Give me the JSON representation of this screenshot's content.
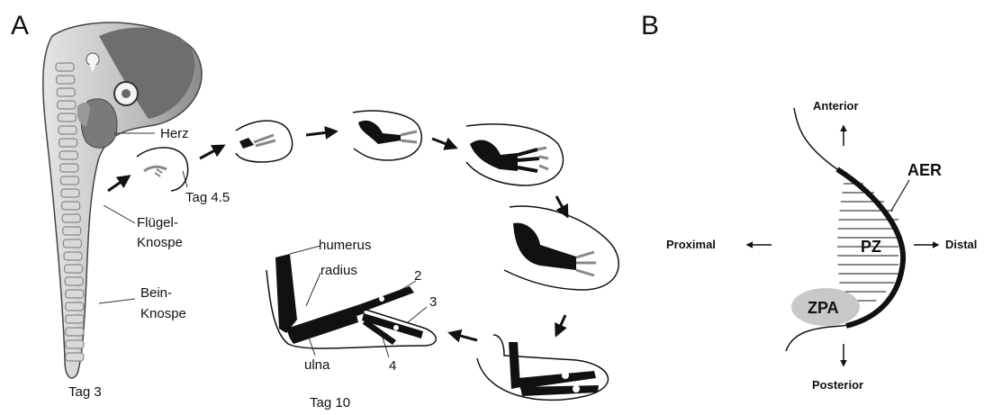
{
  "panel_a": {
    "letter": "A",
    "labels": {
      "herz": "Herz",
      "tag_4_5": "Tag 4.5",
      "fluegel_1": "Flügel-",
      "fluegel_2": "Knospe",
      "bein_1": "Bein-",
      "bein_2": "Knospe",
      "tag_3": "Tag 3",
      "humerus": "humerus",
      "radius": "radius",
      "ulna": "ulna",
      "digit_2": "2",
      "digit_3": "3",
      "digit_4": "4",
      "tag_10": "Tag 10"
    }
  },
  "panel_b": {
    "letter": "B",
    "labels": {
      "anterior": "Anterior",
      "posterior": "Posterior",
      "proximal": "Proximal",
      "distal": "Distal",
      "aer": "AER",
      "pz": "PZ",
      "zpa": "ZPA"
    }
  }
}
